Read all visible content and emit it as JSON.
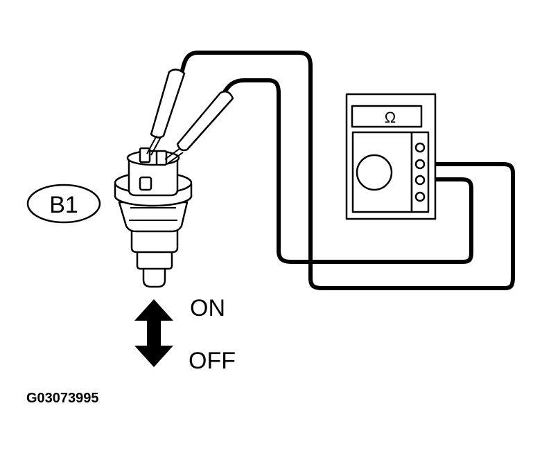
{
  "component_label": "B1",
  "meter_symbol": "Ω",
  "state_on": "ON",
  "state_off": "OFF",
  "figure_code": "G03073995"
}
